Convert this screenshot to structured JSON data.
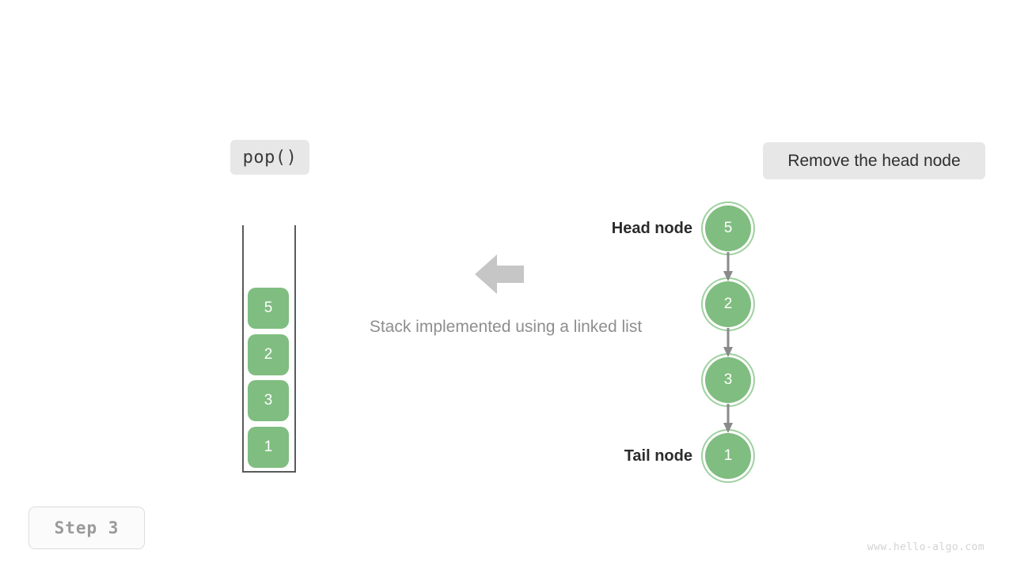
{
  "diagram": {
    "caption": "Stack implemented using a linked list",
    "operation_badge": "pop()",
    "action_badge": "Remove the head node",
    "step_badge": "Step 3",
    "watermark": "www.hello-algo.com",
    "colors": {
      "node_fill": "#80bd80",
      "node_ring": "#9fd09f",
      "connector": "#8a8a8a",
      "badge_bg": "#e7e7e7",
      "caption_text": "#8e8e8e",
      "container_line": "#5a5a5a",
      "big_arrow": "#c6c6c6"
    }
  },
  "stack_view": {
    "name": "stack-container",
    "cells": [
      {
        "value": "5"
      },
      {
        "value": "2"
      },
      {
        "value": "3"
      },
      {
        "value": "1"
      }
    ]
  },
  "linked_list": {
    "head_label": "Head node",
    "tail_label": "Tail node",
    "nodes": [
      {
        "value": "5",
        "role": "head"
      },
      {
        "value": "2",
        "role": "middle"
      },
      {
        "value": "3",
        "role": "middle"
      },
      {
        "value": "1",
        "role": "tail"
      }
    ]
  }
}
